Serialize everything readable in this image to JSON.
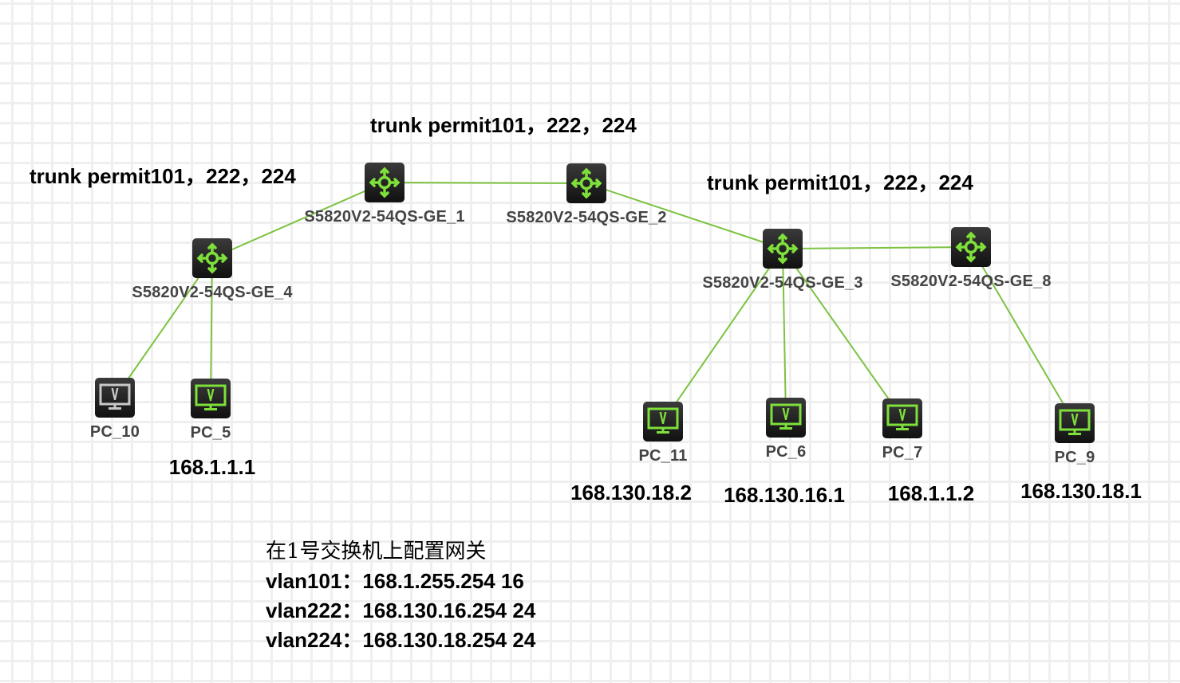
{
  "diagram": {
    "link_color": "#7dc242",
    "icon_color": "#7ee03a",
    "pc_inactive_color": "#c8c8c8",
    "trunk_labels": [
      {
        "id": "trunk-1",
        "text": "trunk permit101，222，224"
      },
      {
        "id": "trunk-2",
        "text": "trunk permit101，222，224"
      },
      {
        "id": "trunk-3",
        "text": "trunk permit101，222，224"
      }
    ],
    "switches": [
      {
        "id": "sw1",
        "label": "S5820V2-54QS-GE_1"
      },
      {
        "id": "sw2",
        "label": "S5820V2-54QS-GE_2"
      },
      {
        "id": "sw3",
        "label": "S5820V2-54QS-GE_3"
      },
      {
        "id": "sw4",
        "label": "S5820V2-54QS-GE_4"
      },
      {
        "id": "sw8",
        "label": "S5820V2-54QS-GE_8"
      }
    ],
    "pcs": [
      {
        "id": "pc10",
        "label": "PC_10",
        "ip": "",
        "active": false
      },
      {
        "id": "pc5",
        "label": "PC_5",
        "ip": "168.1.1.1",
        "active": true
      },
      {
        "id": "pc11",
        "label": "PC_11",
        "ip": "168.130.18.2",
        "active": true
      },
      {
        "id": "pc6",
        "label": "PC_6",
        "ip": "168.130.16.1",
        "active": true
      },
      {
        "id": "pc7",
        "label": "PC_7",
        "ip": "168.1.1.2",
        "active": true
      },
      {
        "id": "pc9",
        "label": "PC_9",
        "ip": "168.130.18.1",
        "active": true
      }
    ],
    "links": [
      [
        "sw4",
        "sw1"
      ],
      [
        "sw1",
        "sw2"
      ],
      [
        "sw2",
        "sw3"
      ],
      [
        "sw3",
        "sw8"
      ],
      [
        "sw4",
        "pc10"
      ],
      [
        "sw4",
        "pc5"
      ],
      [
        "sw3",
        "pc11"
      ],
      [
        "sw3",
        "pc6"
      ],
      [
        "sw3",
        "pc7"
      ],
      [
        "sw8",
        "pc9"
      ]
    ],
    "note": {
      "title": "在1号交换机上配置网关",
      "lines": [
        "vlan101：168.1.255.254 16",
        "vlan222：168.130.16.254 24",
        "vlan224：168.130.18.254 24"
      ]
    }
  }
}
